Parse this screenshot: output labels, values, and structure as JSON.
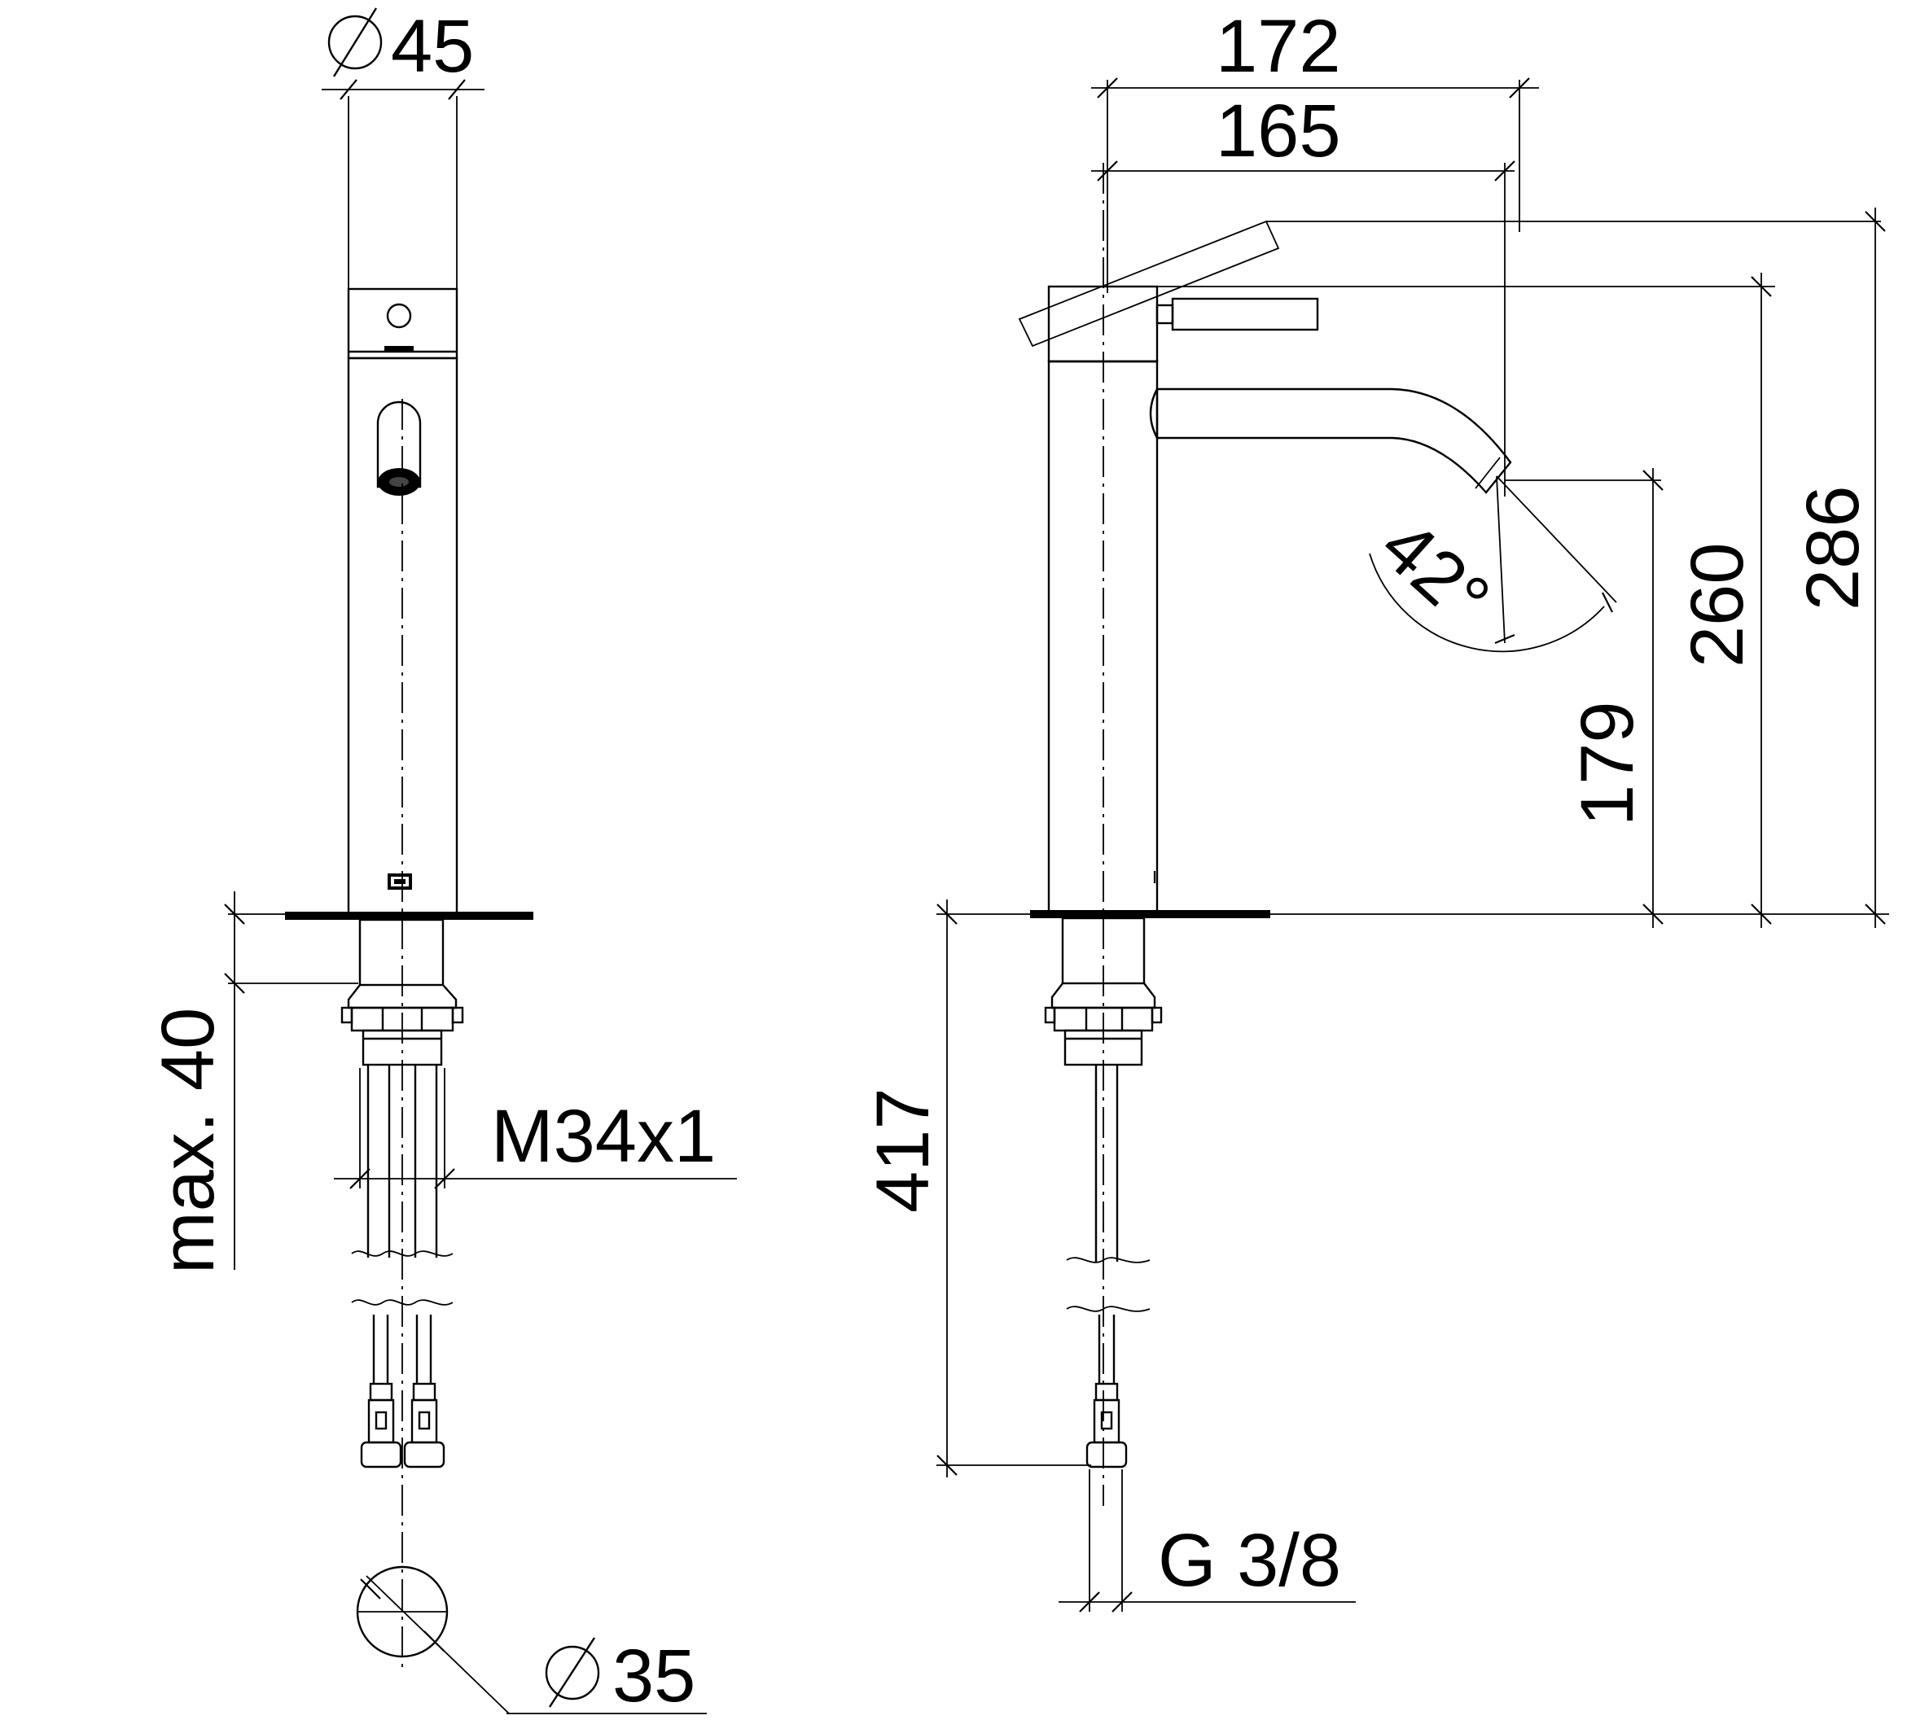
{
  "drawing": {
    "front_view": {
      "dim_diameter_top": "45",
      "dim_max_thickness": "max. 40",
      "dim_thread": "M34x1",
      "dim_diameter_bottom": "35"
    },
    "side_view": {
      "dim_width_outer": "172",
      "dim_width_inner": "165",
      "dim_angle": "42°",
      "dim_height_spout": "179",
      "dim_height_body": "260",
      "dim_height_total": "286",
      "dim_hose_length": "417",
      "dim_connection": "G 3/8"
    }
  }
}
